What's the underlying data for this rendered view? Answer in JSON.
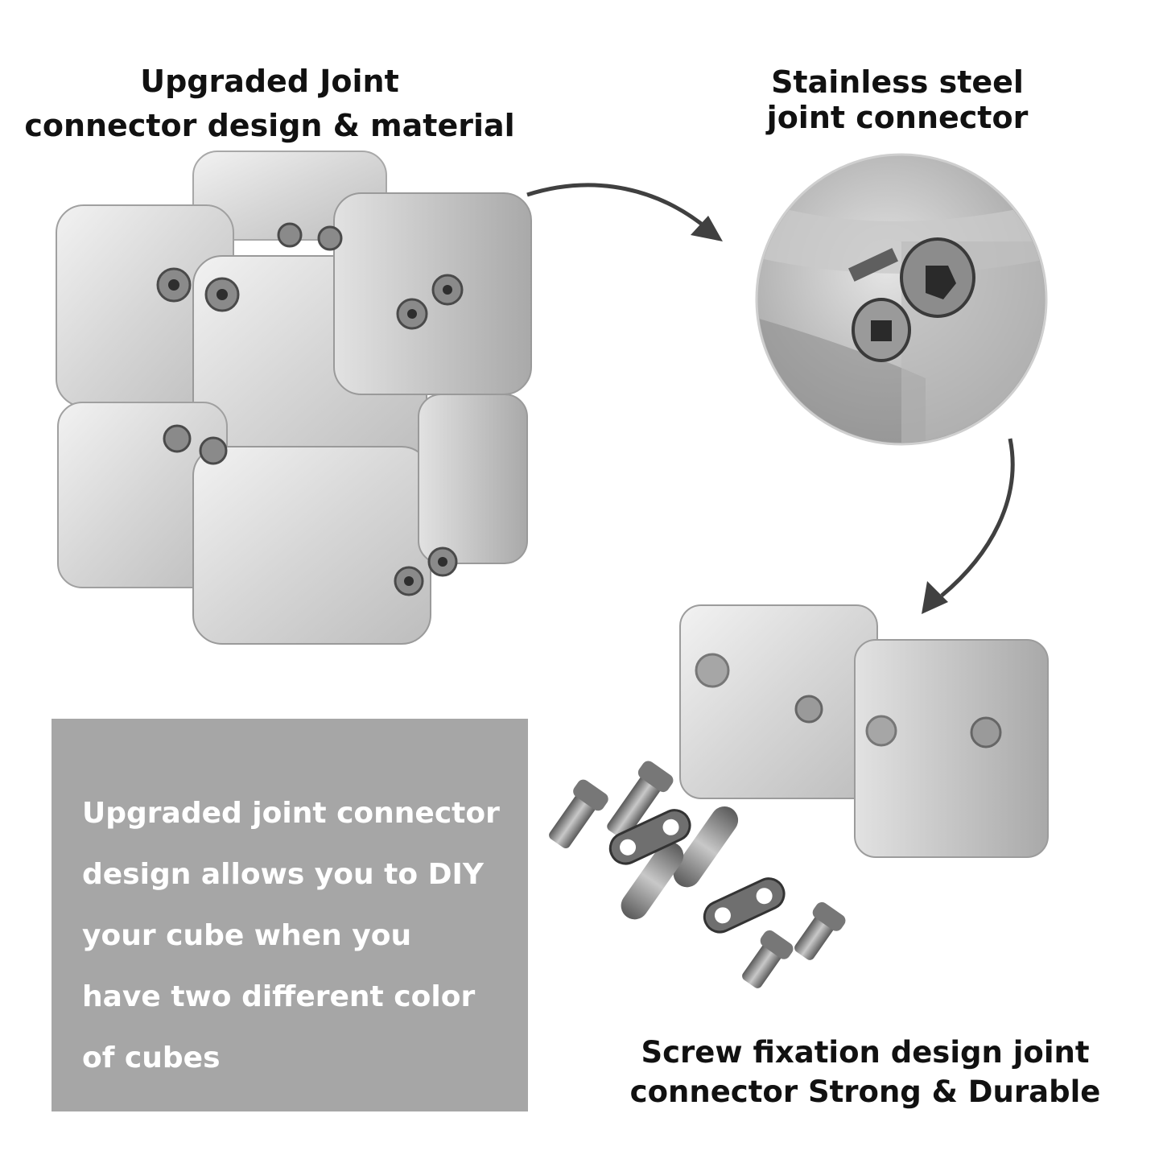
{
  "captions": {
    "top_left": [
      "Upgraded Joint",
      "connector design & material"
    ],
    "top_right": [
      "Stainless steel",
      "joint connector"
    ],
    "bottom_right": [
      "Screw fixation design joint",
      "connector Strong & Durable"
    ]
  },
  "info_box": {
    "lines": [
      "Upgraded joint connector",
      "design allows you to DIY",
      "your cube when you",
      "have two different color",
      "of cubes"
    ]
  },
  "colors": {
    "info_box_bg": "#a6a6a6",
    "text_dark": "#111111",
    "arrow": "#404040",
    "aluminum": "#d8d8d8"
  }
}
